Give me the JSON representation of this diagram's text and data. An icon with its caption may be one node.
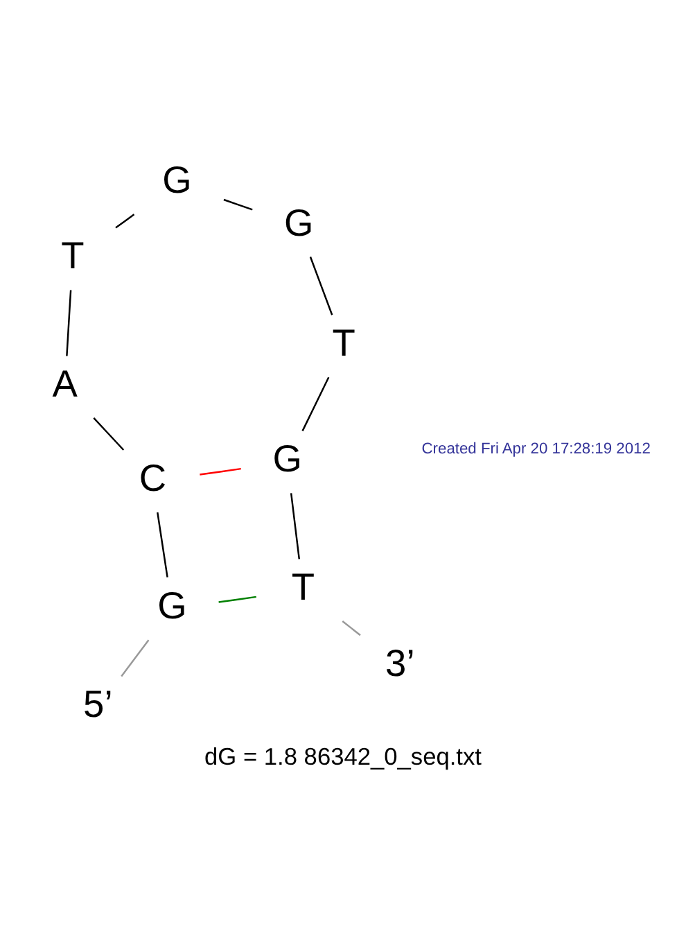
{
  "diagram": {
    "caption": "dG = 1.8 86342_0_seq.txt",
    "nodes": [
      {
        "text": [
          "5’"
        ]
      },
      {
        "text": [
          "G"
        ]
      },
      {
        "text": [
          "C"
        ]
      },
      {
        "text": [
          "A"
        ]
      },
      {
        "text": [
          "T"
        ]
      },
      {
        "text": [
          "G"
        ]
      },
      {
        "text": [
          "G"
        ]
      },
      {
        "text": [
          "T"
        ]
      },
      {
        "text": [
          "G"
        ]
      },
      {
        "text": [
          "T"
        ]
      },
      {
        "text": [
          "3’"
        ]
      }
    ],
    "edges": [
      {
        "from": 0,
        "to": 1,
        "arrow": "none",
        "color": "#999999"
      },
      {
        "from": 1,
        "to": 2,
        "arrow": "none"
      },
      {
        "from": 2,
        "to": 3,
        "arrow": "none"
      },
      {
        "from": 3,
        "to": 4,
        "arrow": "none"
      },
      {
        "from": 4,
        "to": 5,
        "arrow": "none"
      },
      {
        "from": 5,
        "to": 6,
        "arrow": "none"
      },
      {
        "from": 6,
        "to": 7,
        "arrow": "none"
      },
      {
        "from": 7,
        "to": 8,
        "arrow": "none"
      },
      {
        "from": 8,
        "to": 9,
        "arrow": "none"
      },
      {
        "from": 9,
        "to": 10,
        "arrow": "none",
        "color": "#999999"
      },
      {
        "from": 2,
        "to": 8,
        "arrow": "none",
        "color": "#ff0000"
      },
      {
        "from": 1,
        "to": 9,
        "arrow": "none",
        "color": "#008000"
      }
    ],
    "labels": [
      "Created Fri Apr 20 17:28:19 2012"
    ]
  }
}
